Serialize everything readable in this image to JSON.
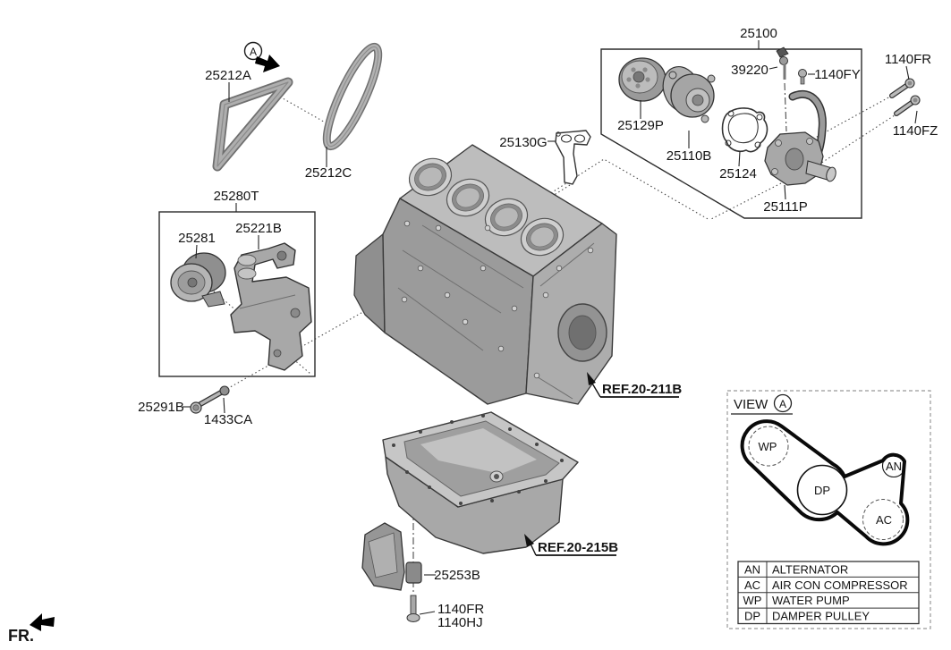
{
  "labels": {
    "belt_a": "25212A",
    "belt_b": "25212C",
    "detail_marker": "A",
    "tensioner_kit": "25280T",
    "tensioner_pulley": "25281",
    "mount_bracket": "25221B",
    "tensioner_bolt": "25291B",
    "tensioner_nut": "1433CA",
    "pipe_gasket": "25130G",
    "pump_assy": "25100",
    "pump_pulley": "25129P",
    "water_pump": "25110B",
    "pump_gasket": "25124",
    "temp_sensor": "39220",
    "bolt_fy": "1140FY",
    "bolt_fr_top": "1140FR",
    "bolt_fz": "1140FZ",
    "coolant_housing": "25111P",
    "ref_cylinder_block": "REF.20-211B",
    "ref_oil_pan": "REF.20-215B",
    "pipe_bracket": "25253B",
    "pan_bolt_fr": "1140FR",
    "pan_bolt_hj": "1140HJ",
    "front_marker": "FR."
  },
  "view_a": {
    "title": "VIEW",
    "marker": "A",
    "pulleys": [
      {
        "code": "WP"
      },
      {
        "code": "DP"
      },
      {
        "code": "AN"
      },
      {
        "code": "AC"
      }
    ],
    "legend": [
      {
        "code": "AN",
        "name": "ALTERNATOR"
      },
      {
        "code": "AC",
        "name": "AIR CON COMPRESSOR"
      },
      {
        "code": "WP",
        "name": "WATER PUMP"
      },
      {
        "code": "DP",
        "name": "DAMPER PULLEY"
      }
    ]
  },
  "colors": {
    "line": "#1a1a1a",
    "part_mid": "#a8a8a8",
    "part_light": "#c9c9c9",
    "part_dark": "#7e7e7e",
    "background": "#ffffff"
  }
}
